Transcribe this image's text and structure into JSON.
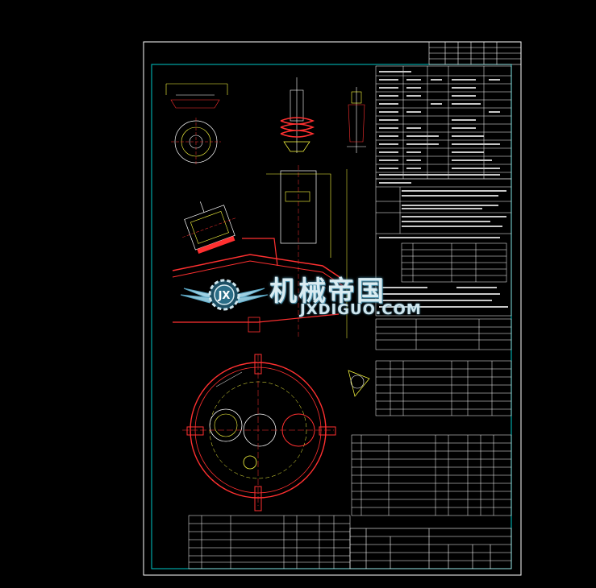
{
  "watermark": {
    "text_cn": "机械帝国",
    "text_en": "JXDIGUO.COM",
    "badge": "JX"
  },
  "colors": {
    "background": "#000000",
    "frame": "#ffffff",
    "inner_frame": "#00c8c8",
    "cad_red": "#ff3030",
    "cad_yellow": "#ffff40",
    "cad_white": "#e8e8e8"
  }
}
